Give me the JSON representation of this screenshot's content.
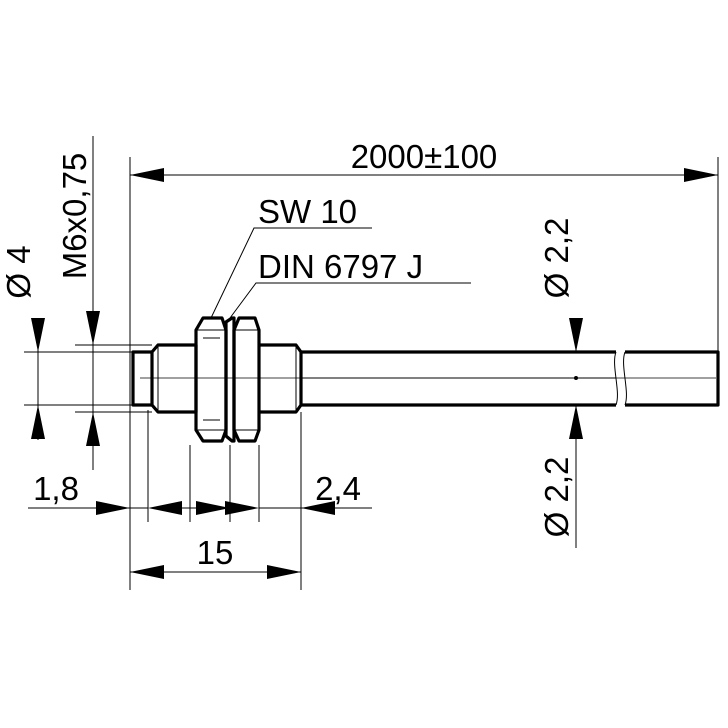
{
  "dimensions": {
    "cable_length": "2000±100",
    "thread": "M6x0,75",
    "tip_diameter": "Ø 4",
    "cable_diameter_top": "Ø 2,2",
    "cable_diameter_bottom": "Ø 2,2",
    "tip_length": "1,8",
    "nut_thickness": "2,4",
    "body_length": "15"
  },
  "callouts": {
    "wrench_size": "SW 10",
    "washer_standard": "DIN 6797 J"
  }
}
